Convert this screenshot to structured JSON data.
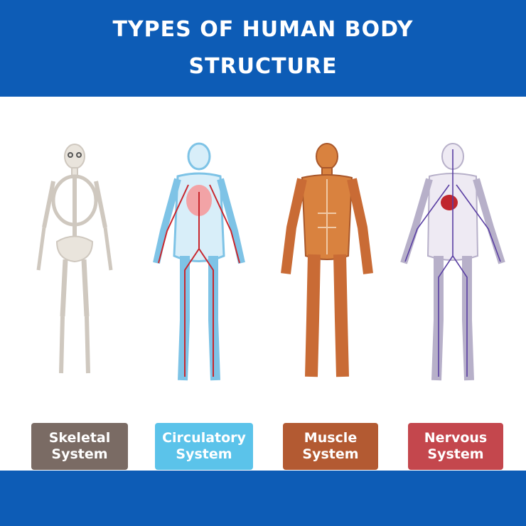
{
  "header": {
    "title_line1": "TYPES OF HUMAN BODY",
    "title_line2": "STRUCTURE",
    "color": "#0d5cb6"
  },
  "systems": [
    {
      "line1": "Skeletal",
      "line2": "System",
      "color": "#7a6b64",
      "icon": "skeleton-figure"
    },
    {
      "line1": "Circulatory",
      "line2": "System",
      "color": "#5bc3ea",
      "icon": "circulatory-figure"
    },
    {
      "line1": "Muscle",
      "line2": "System",
      "color": "#b35a32",
      "icon": "muscle-figure"
    },
    {
      "line1": "Nervous",
      "line2": "System",
      "color": "#c4474d",
      "icon": "nervous-figure"
    }
  ],
  "footer": {
    "color": "#0d5cb6"
  }
}
